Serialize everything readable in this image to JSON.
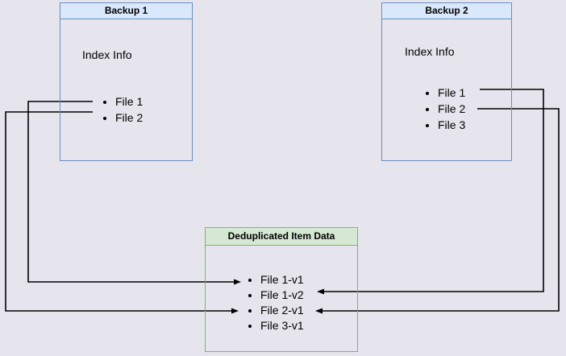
{
  "canvas": {
    "background": "#e6e5ed"
  },
  "colors": {
    "backup_box_border": "#6c8ebf",
    "backup_box_header_fill": "#dae8fc",
    "dedup_box_border": "#82b366",
    "dedup_box_header_fill": "#d5e8d4",
    "connector": "#000000",
    "text": "#000000"
  },
  "boxes": {
    "backup1": {
      "title": "Backup 1",
      "subtitle": "Index Info",
      "items": [
        "File 1",
        "File 2"
      ]
    },
    "backup2": {
      "title": "Backup 2",
      "subtitle": "Index Info",
      "items": [
        "File 1",
        "File 2",
        "File 3"
      ]
    },
    "dedup": {
      "title": "Deduplicated Item Data",
      "items": [
        "File 1-v1",
        "File 1-v2",
        "File 2-v1",
        "File 3-v1"
      ]
    }
  },
  "connections": [
    {
      "from": "Backup 1 / File 1",
      "to": "Deduplicated Item Data / File 1-v1",
      "route": "left"
    },
    {
      "from": "Backup 1 / File 2",
      "to": "Deduplicated Item Data / File 2-v1",
      "route": "left"
    },
    {
      "from": "Backup 2 / File 1",
      "to": "Deduplicated Item Data / File 1-v2",
      "route": "right"
    },
    {
      "from": "Backup 2 / File 2",
      "to": "Deduplicated Item Data / File 2-v1",
      "route": "right"
    }
  ]
}
